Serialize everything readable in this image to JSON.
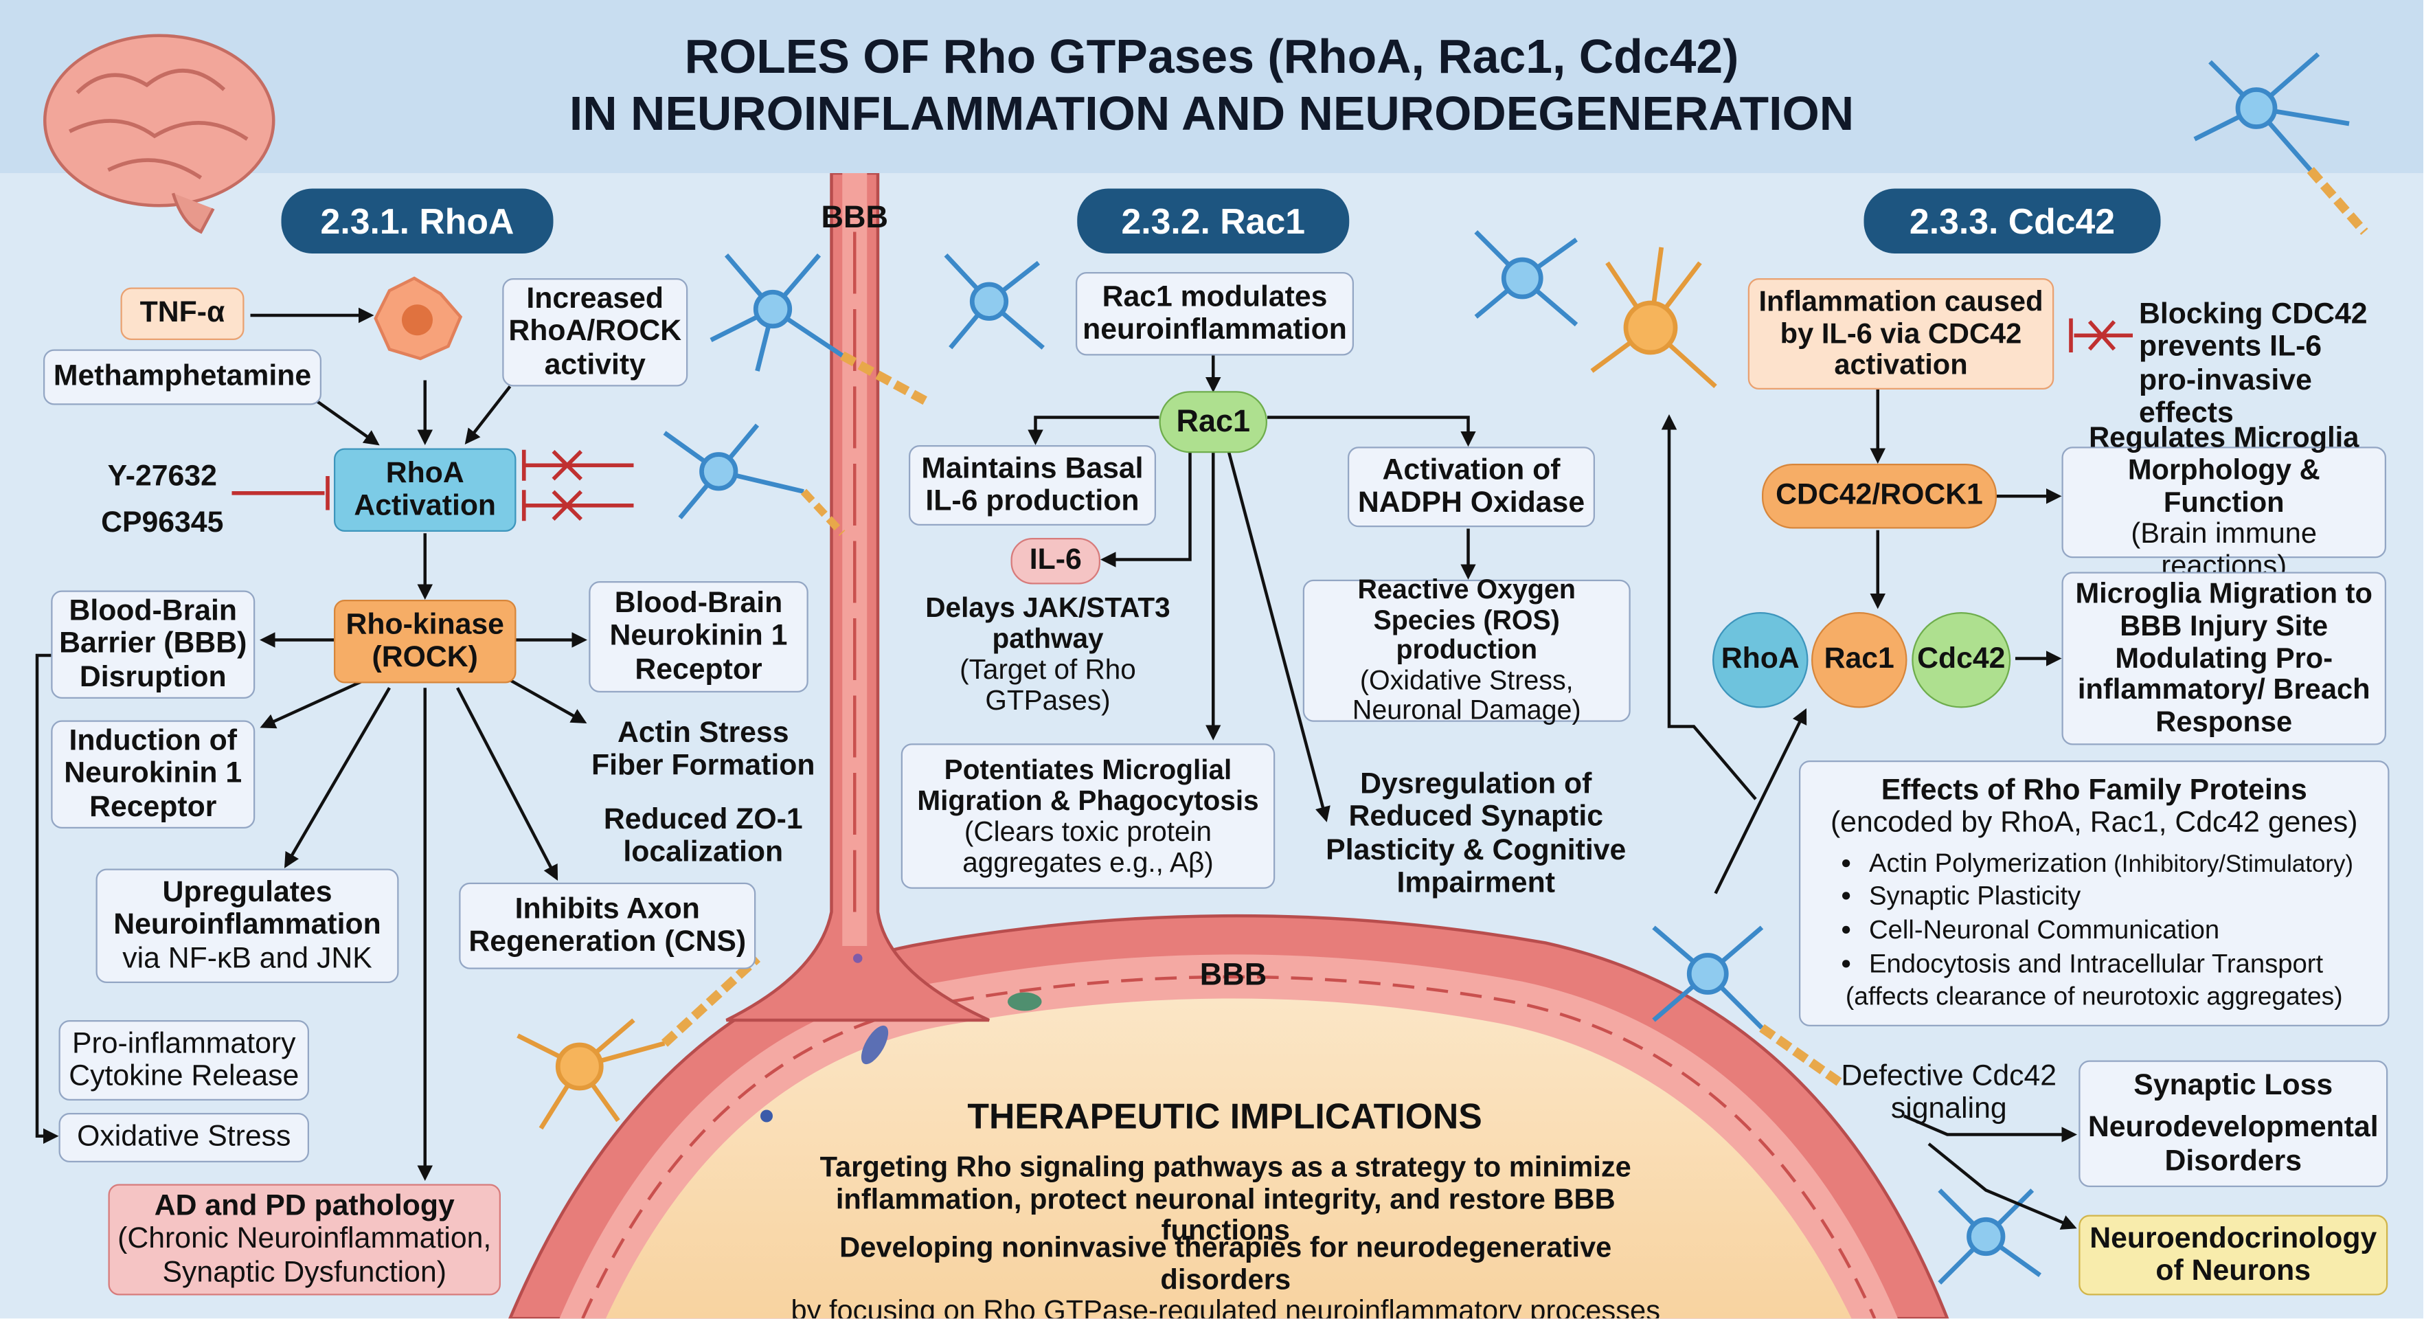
{
  "title": {
    "line1": "ROLES OF Rho GTPases (RhoA, Rac1, Cdc42)",
    "line2": "IN NEUROINFLAMMATION AND NEURODEGENERATION"
  },
  "sections": {
    "rhoa": "2.3.1. RhoA",
    "rac1": "2.3.2. Rac1",
    "cdc42": "2.3.3. Cdc42"
  },
  "bbb_labels": {
    "vessel": "BBB",
    "arch": "BBB"
  },
  "rhoa": {
    "tnf": "TNF-α",
    "meth": "Methamphetamine",
    "increased": "Increased RhoA/ROCK activity",
    "inhibitor1": "Y-27632",
    "inhibitor2": "CP96345",
    "activation": "RhoA Activation",
    "rock": "Rho-kinase (ROCK)",
    "bbb_disruption": "Blood-Brain Barrier (BBB) Disruption",
    "bbb_nk1": "Blood-Brain Neurokinin 1 Receptor",
    "nk1_induction": "Induction of Neurokinin 1 Receptor",
    "actin": "Actin Stress Fiber Formation",
    "zo1": "Reduced ZO-1 localization",
    "upreg_title": "Upregulates Neuroinflammation",
    "upreg_sub": "via NF-κB and JNK",
    "axon": "Inhibits Axon Regeneration (CNS)",
    "cytokine": "Pro-inflammatory Cytokine Release",
    "oxidative": "Oxidative Stress",
    "ad_title": "AD and PD pathology",
    "ad_sub": "(Chronic Neuroinflammation, Synaptic Dysfunction)"
  },
  "rac1": {
    "modulates": "Rac1 modulates neuroinflammation",
    "node": "Rac1",
    "basal": "Maintains Basal IL-6 production",
    "nadph": "Activation of NADPH Oxidase",
    "il6": "IL-6",
    "delays_title": "Delays JAK/STAT3 pathway",
    "delays_sub": "(Target of Rho GTPases)",
    "ros_title": "Reactive Oxygen Species (ROS) production",
    "ros_sub": "(Oxidative Stress, Neuronal Damage)",
    "microglia_title": "Potentiates Microglial Migration & Phagocytosis",
    "microglia_sub": "(Clears toxic protein aggregates e.g., Aβ)",
    "dysreg": "Dysregulation of Reduced Synaptic Plasticity & Cognitive Impairment"
  },
  "cdc42": {
    "inflammation": "Inflammation caused by IL-6 via CDC42 activation",
    "blocking": "Blocking CDC42 prevents IL-6 pro-invasive effects",
    "rock1": "CDC42/ROCK1",
    "regulates_title": "Regulates Microglia Morphology & Function",
    "regulates_sub": "(Brain immune reactions)",
    "circle_rhoa": "RhoA",
    "circle_rac1": "Rac1",
    "circle_cdc42": "Cdc42",
    "migration": "Microglia Migration to BBB Injury Site Modulating Pro-inflammatory/ Breach Response",
    "effects_title": "Effects of Rho Family Proteins",
    "effects_sub": "(encoded by RhoA, Rac1, Cdc42 genes)",
    "effects_items": [
      {
        "main": "Actin Polymerization",
        "note": " (Inhibitory/Stimulatory)"
      },
      {
        "main": "Synaptic Plasticity",
        "note": ""
      },
      {
        "main": "Cell-Neuronal Communication",
        "note": ""
      },
      {
        "main": "Endocytosis and Intracellular Transport",
        "note": ""
      }
    ],
    "effects_footnote": "(affects clearance of neurotoxic aggregates)",
    "defective": "Defective Cdc42 signaling",
    "synaptic_loss": "Synaptic Loss",
    "neurodev": "Neurodevelopmental Disorders",
    "neuroendo": "Neuroendocrinology of Neurons"
  },
  "therapeutic": {
    "title": "THERAPEUTIC IMPLICATIONS",
    "line1": "Targeting Rho signaling pathways as a strategy to minimize inflammation, protect neuronal integrity, and restore BBB functions",
    "line2_bold": "Developing noninvasive therapies for neurodegenerative disorders",
    "line2_normal": "by focusing on Rho GTPase-regulated neuroinflammatory processes"
  },
  "colors": {
    "header_pill": "#1d5580",
    "box_fill": "#eef3fb",
    "box_border": "#93a6c4",
    "vessel": "#e36b6b",
    "orange": "#f6ad66",
    "green": "#aee08f",
    "blue_node": "#6ec3dd",
    "red_box": "#f5c4c4",
    "yellow_box": "#f8ecac",
    "background": "#dbe9f5"
  },
  "icons": [
    "brain-icon",
    "neuron-icon",
    "astrocyte-icon",
    "microglia-cell-icon",
    "inhibition-icon"
  ]
}
